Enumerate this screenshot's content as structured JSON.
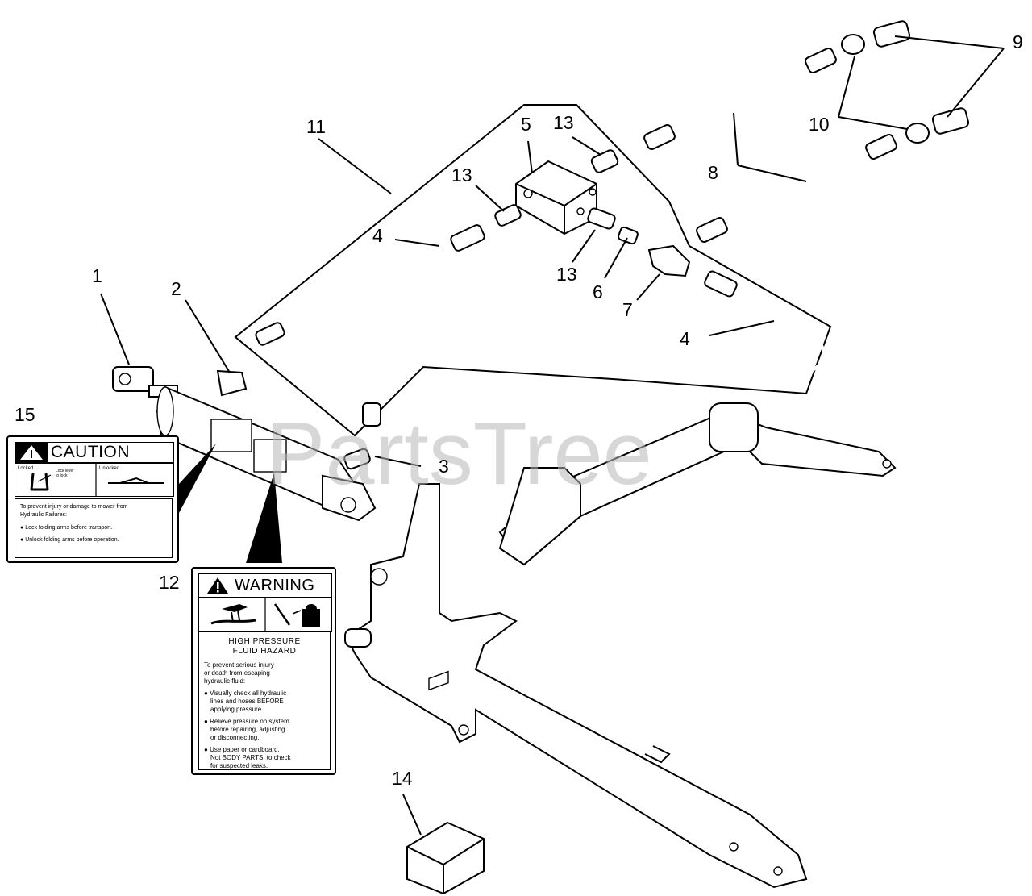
{
  "watermark": "PartsTree",
  "callouts": [
    "1",
    "2",
    "3",
    "4",
    "4",
    "5",
    "6",
    "7",
    "8",
    "9",
    "10",
    "11",
    "12",
    "13",
    "13",
    "13",
    "14",
    "15"
  ],
  "caution_decal": {
    "title": "CAUTION",
    "pic_left": "Locked",
    "pic_mid": "Lock lever\nto lock",
    "pic_right": "Unlocked",
    "line1": "To prevent injury or damage to mower from",
    "line2": "Hydraulic Failures:",
    "bullet1": "Lock folding arms before transport.",
    "bullet2": "Unlock folding arms before operation."
  },
  "warning_decal": {
    "title": "WARNING",
    "hazard1": "HIGH PRESSURE",
    "hazard2": "FLUID HAZARD",
    "intro1": "To prevent serious injury",
    "intro2": "or death from escaping",
    "intro3": "hydraulic fluid:",
    "b1a": "Visually check all hydraulic",
    "b1b": "lines and hoses BEFORE",
    "b1c": "applying pressure.",
    "b2a": "Relieve pressure on system",
    "b2b": "before repairing, adjusting",
    "b2c": "or disconnecting.",
    "b3a": "Use paper or cardboard,",
    "b3b": "Not BODY PARTS, to check",
    "b3c": "for suspected leaks."
  }
}
